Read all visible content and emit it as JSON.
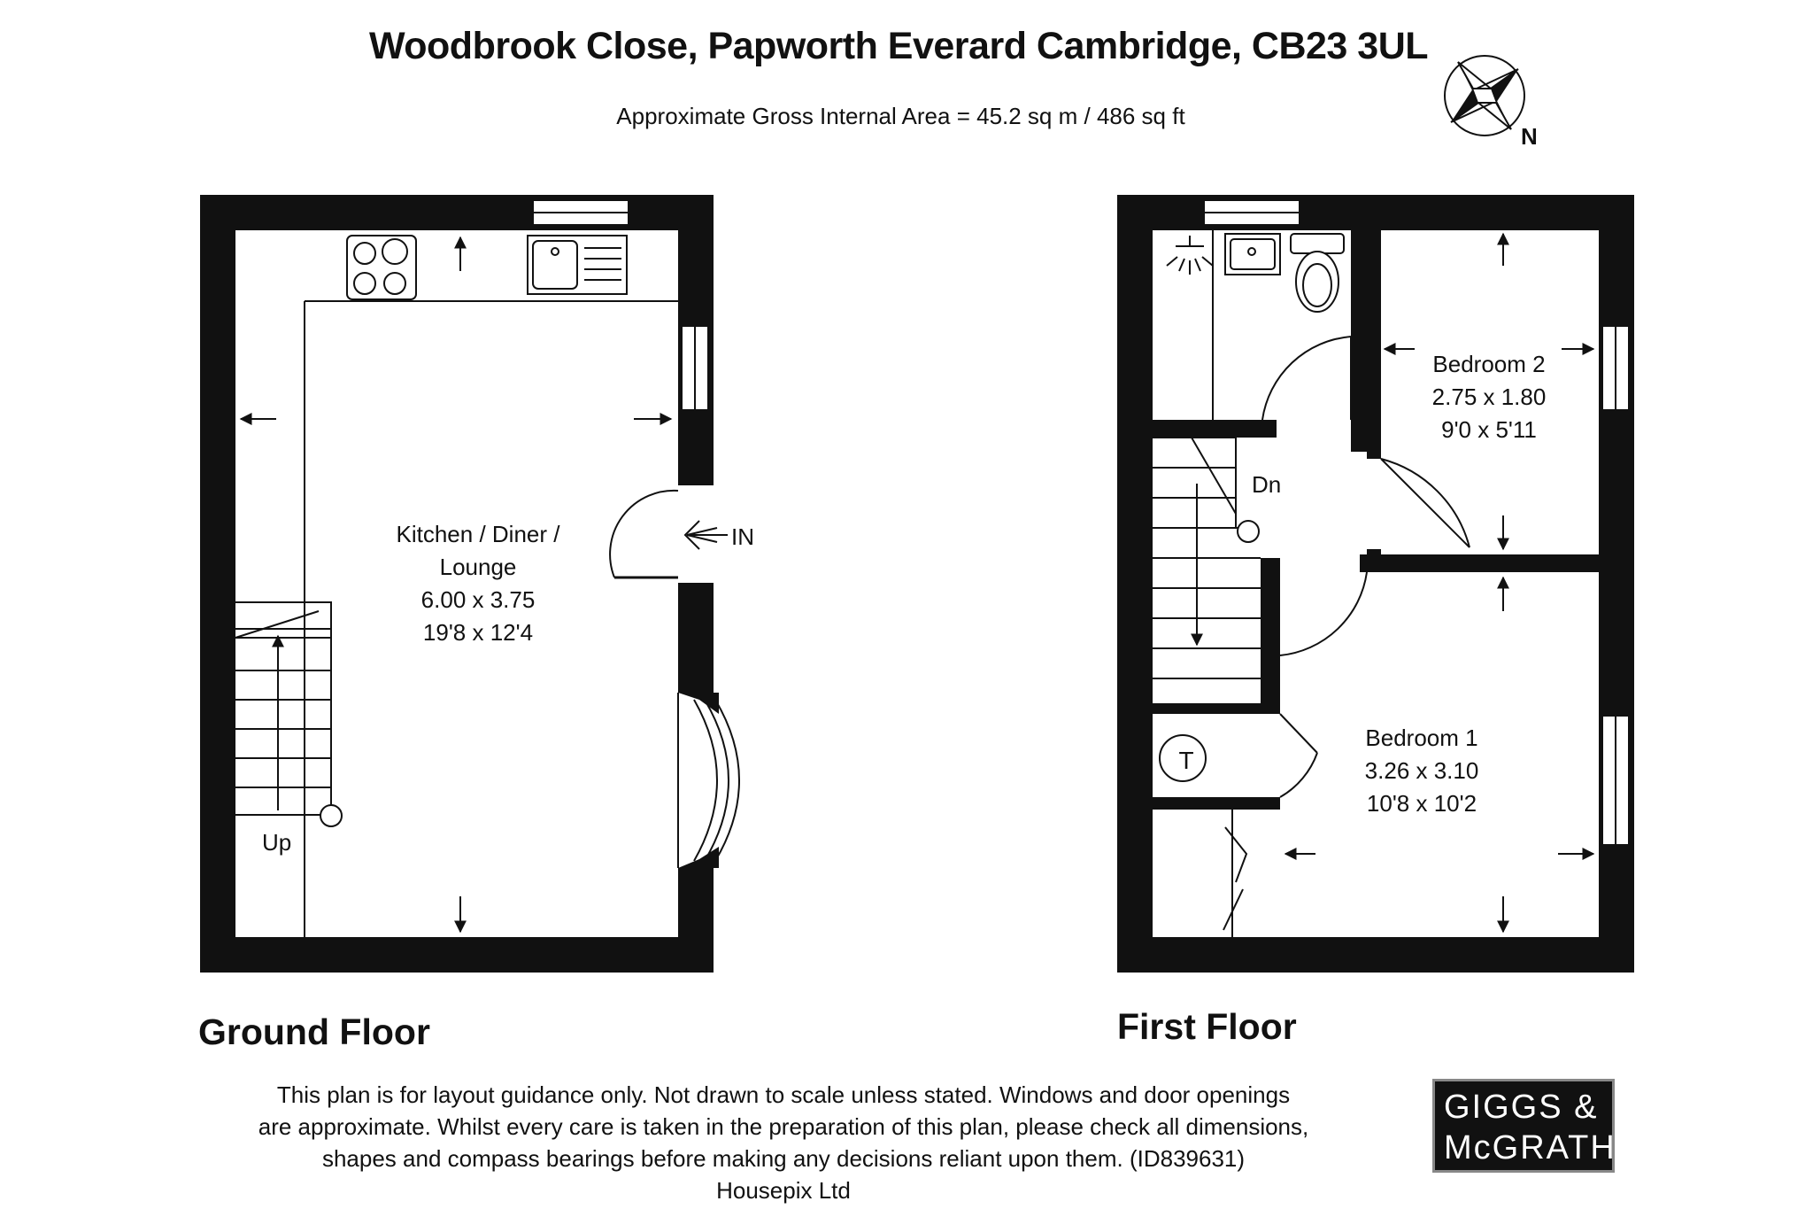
{
  "header": {
    "address": "Woodbrook Close, Papworth Everard Cambridge, CB23 3UL",
    "area": "Approximate Gross Internal Area = 45.2 sq m / 486 sq ft"
  },
  "compass": {
    "label": "N",
    "icon": "compass-rose-icon"
  },
  "ground_floor": {
    "label": "Ground Floor",
    "room": {
      "name_line1": "Kitchen / Diner /",
      "name_line2": "Lounge",
      "metric": "6.00 x 3.75",
      "imperial": "19'8 x 12'4"
    },
    "entrance": "IN",
    "stairs": "Up"
  },
  "first_floor": {
    "label": "First Floor",
    "bedroom2": {
      "name": "Bedroom 2",
      "metric": "2.75 x 1.80",
      "imperial": "9'0 x 5'11"
    },
    "bedroom1": {
      "name": "Bedroom 1",
      "metric": "3.26 x 3.10",
      "imperial": "10'8 x 10'2"
    },
    "stairs": "Dn",
    "tank": "T"
  },
  "disclaimer": [
    "This plan is for layout guidance only. Not drawn to scale unless stated. Windows and door openings",
    "are approximate. Whilst every care is taken in the preparation of this plan, please check all dimensions,",
    "shapes and compass bearings before making any decisions reliant upon them. (ID839631)",
    "Housepix Ltd"
  ],
  "logo": {
    "line1": "GIGGS &",
    "line2": "McGRATH"
  }
}
